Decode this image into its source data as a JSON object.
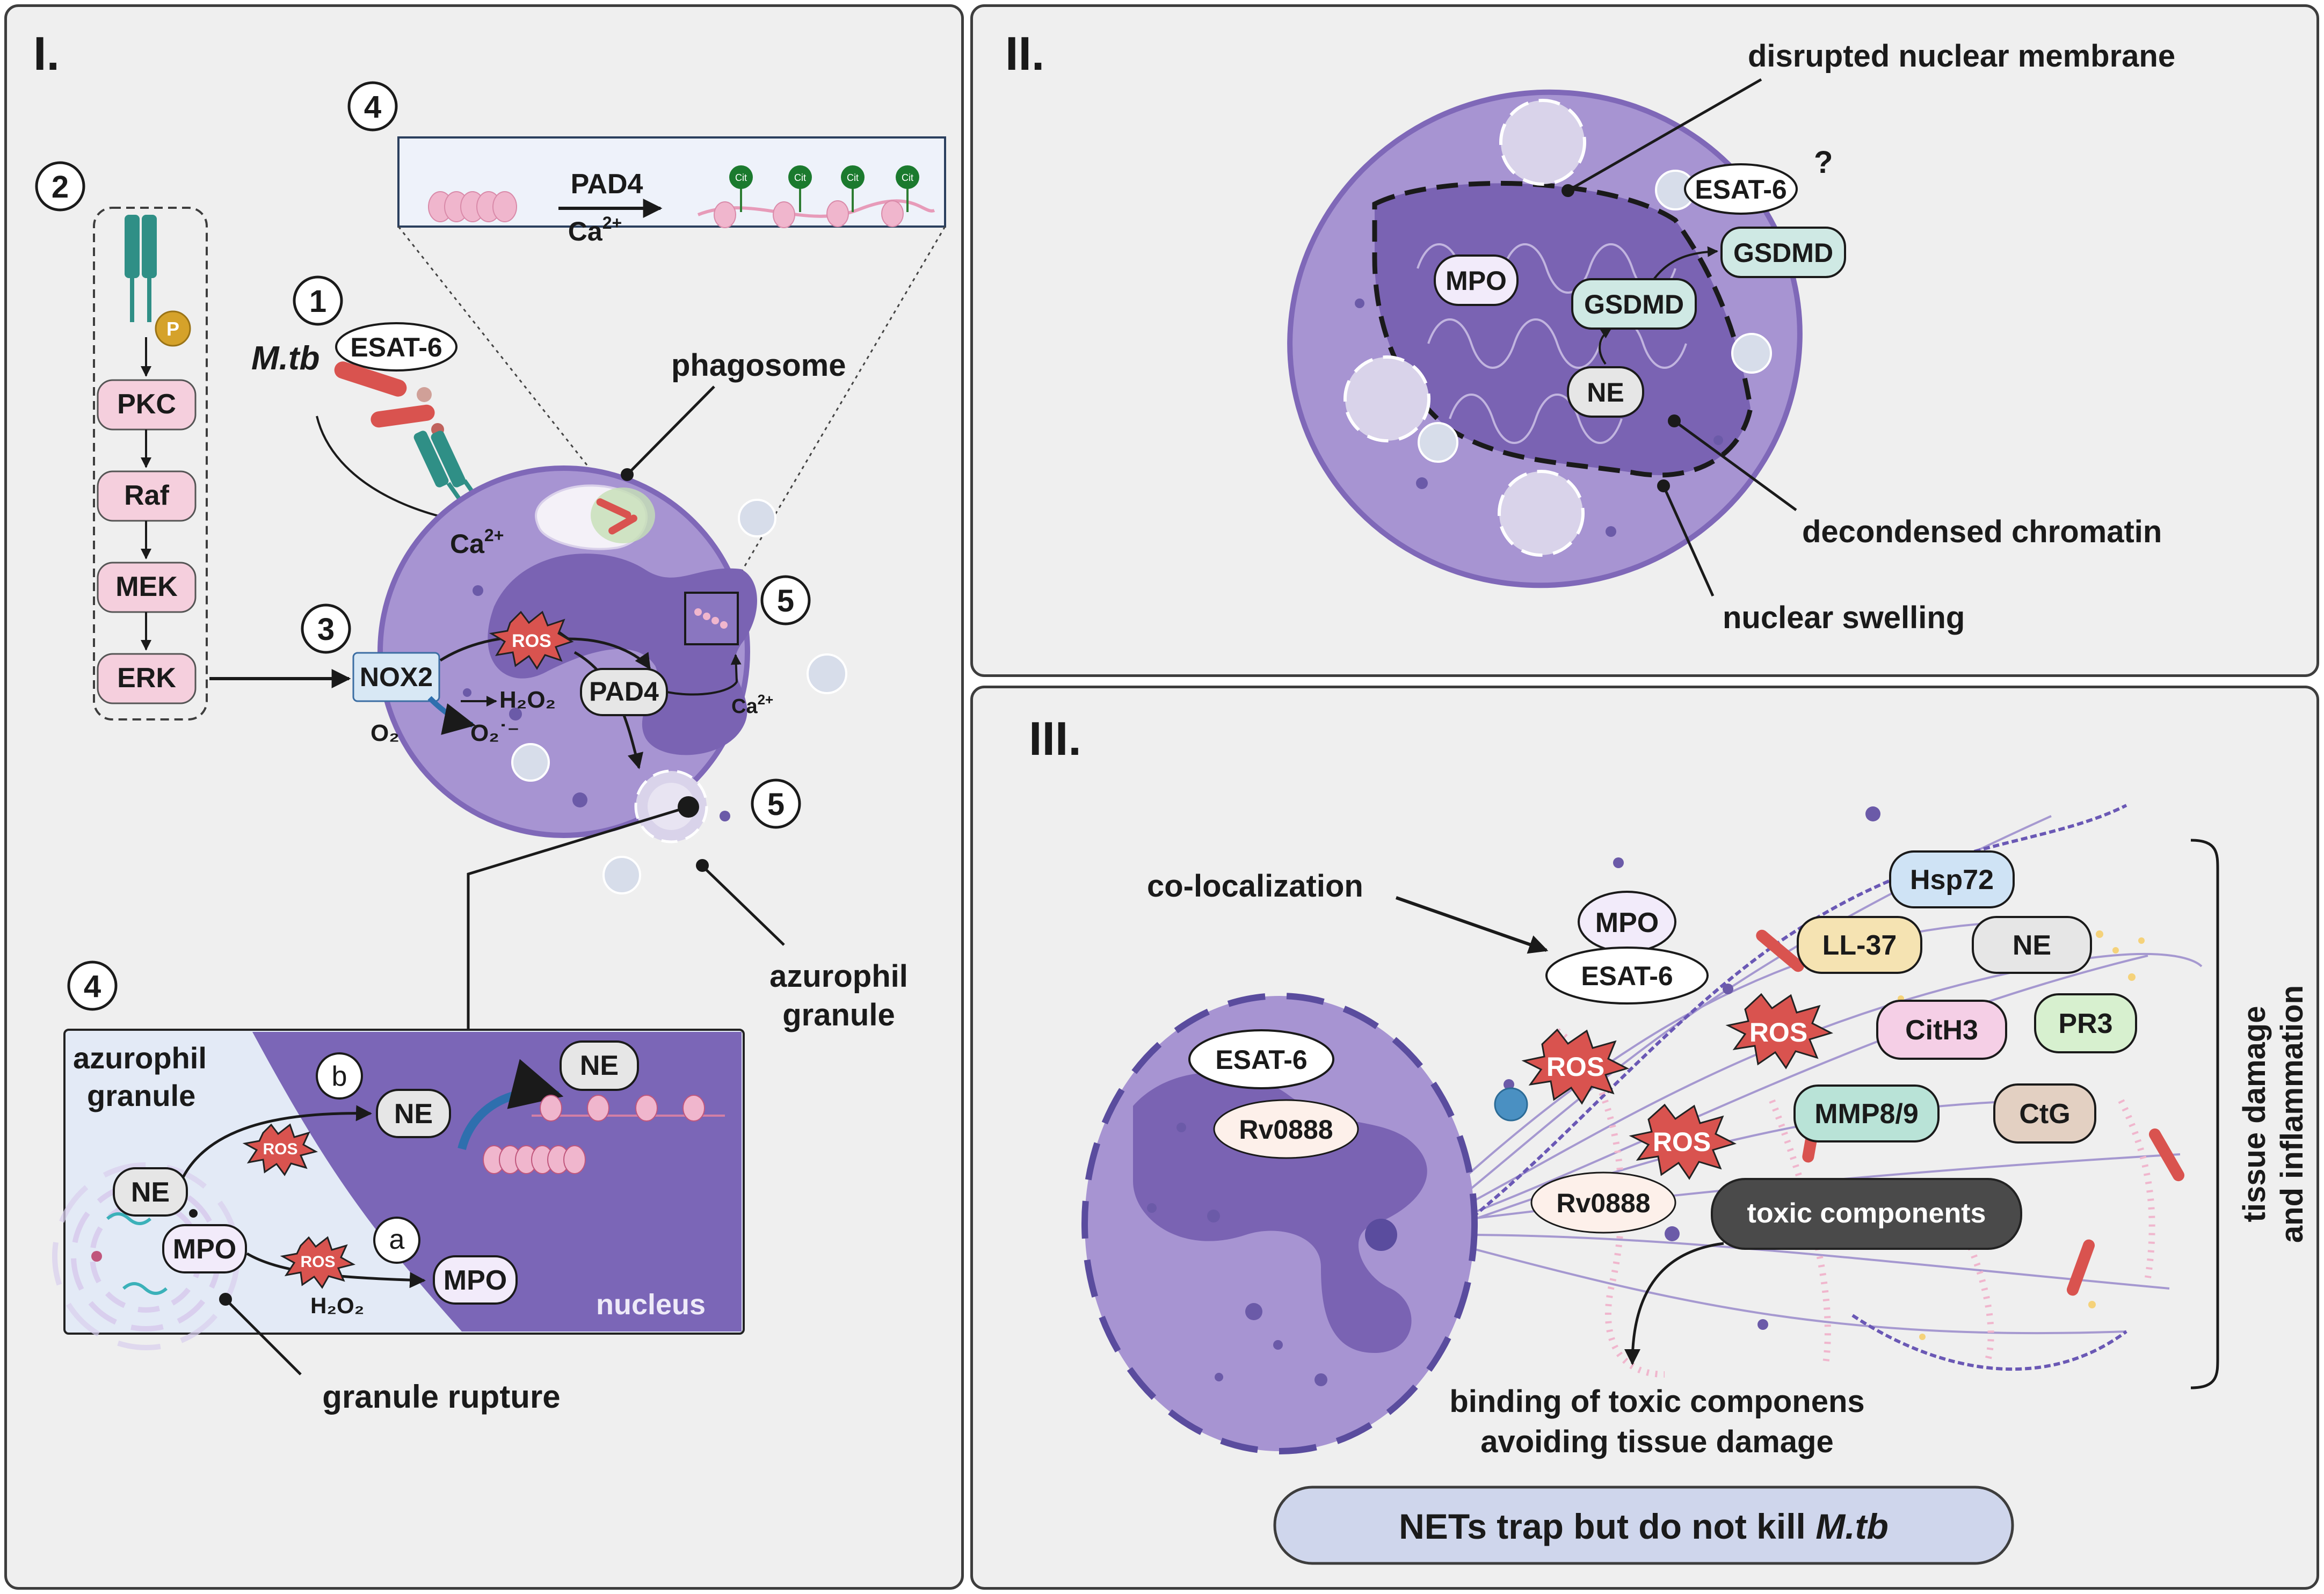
{
  "panels": [
    {
      "id": "I",
      "label": "I."
    },
    {
      "id": "II",
      "label": "II."
    },
    {
      "id": "III",
      "label": "III."
    }
  ],
  "panel1": {
    "steps": [
      "1",
      "2",
      "3",
      "4",
      "5",
      "5",
      "4",
      "a",
      "b"
    ],
    "signaling": [
      "PKC",
      "Raf",
      "MEK",
      "ERK"
    ],
    "p_badge": "P",
    "mtb": "M.tb",
    "esat6": "ESAT-6",
    "ca": "Ca",
    "ca_sup": "2+",
    "phagosome": "phagosome",
    "pad4_arrow": "PAD4",
    "cit": "Cit",
    "nox2": "NOX2",
    "ros": "ROS",
    "h2o2": "H₂O₂",
    "o2": "O₂",
    "o2minus": "O₂˙⁻",
    "pad4": "PAD4",
    "azurophil_granule_line1": "azurophil",
    "azurophil_granule_line2": "granule",
    "inset_azurophil_line1": "azurophil",
    "inset_azurophil_line2": "granule",
    "ne": "NE",
    "mpo": "MPO",
    "nucleus": "nucleus",
    "granule_rupture": "granule rupture"
  },
  "panel2": {
    "disrupted": "disrupted nuclear membrane",
    "esat6": "ESAT-6",
    "question": "?",
    "gsdmd": "GSDMD",
    "mpo": "MPO",
    "ne": "NE",
    "decondensed": "decondensed chromatin",
    "swelling": "nuclear swelling"
  },
  "panel3": {
    "colocalization": "co-localization",
    "mpo": "MPO",
    "esat6": "ESAT-6",
    "hsp72": "Hsp72",
    "ll37": "LL-37",
    "ne": "NE",
    "cith3": "CitH3",
    "pr3": "PR3",
    "mmp": "MMP8/9",
    "ctg": "CtG",
    "ros": "ROS",
    "rv0888": "Rv0888",
    "toxic": "toxic components",
    "binding_line1": "binding of toxic componens",
    "binding_line2": "avoiding tissue damage",
    "tissue_line1": "tissue damage",
    "tissue_line2": "and inflammation",
    "nets_prefix": "NETs trap but do not kill ",
    "nets_mtb": "M.tb"
  }
}
